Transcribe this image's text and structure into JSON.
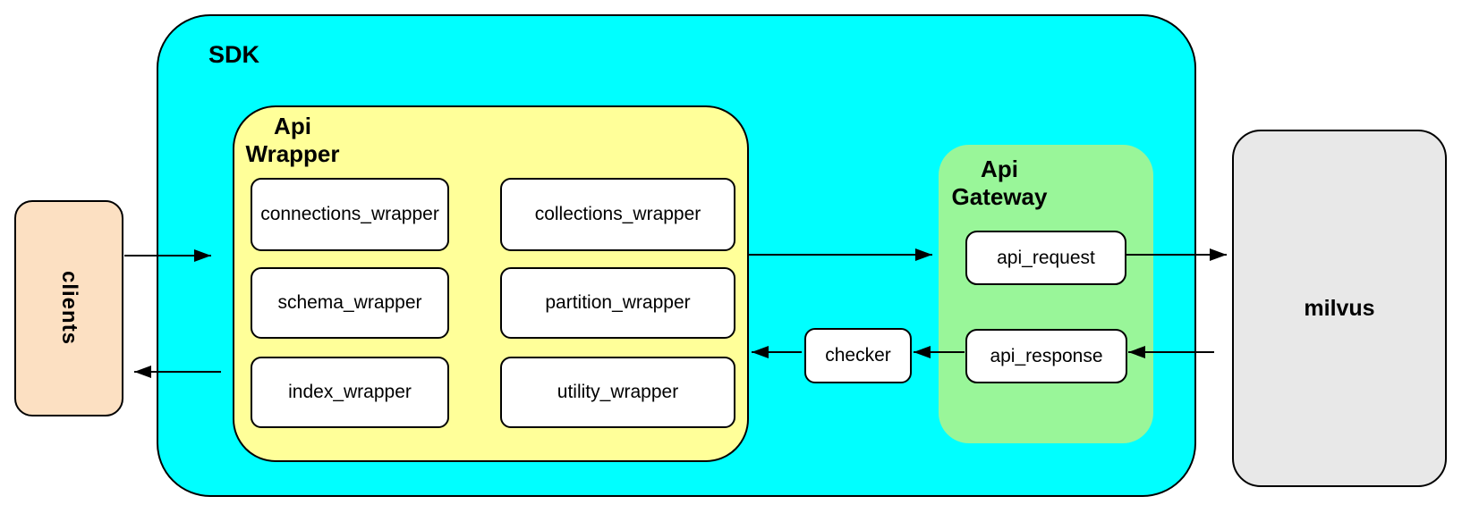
{
  "diagram": {
    "clients": {
      "label": "clients"
    },
    "sdk": {
      "label": "SDK"
    },
    "api_wrapper": {
      "label_line1": "Api",
      "label_line2": "Wrapper",
      "boxes": [
        "connections_wrapper",
        "collections_wrapper",
        "schema_wrapper",
        "partition_wrapper",
        "index_wrapper",
        "utility_wrapper"
      ]
    },
    "checker": {
      "label": "checker"
    },
    "api_gateway": {
      "label_line1": "Api",
      "label_line2": "Gateway",
      "boxes": [
        "api_request",
        "api_response"
      ]
    },
    "milvus": {
      "label": "milvus"
    },
    "colors": {
      "sdk_fill": "#00FFFF",
      "api_wrapper_fill": "#FFFF99",
      "api_gateway_fill": "#99F699",
      "clients_fill": "#FCE0C2",
      "milvus_fill": "#E8E8E8",
      "node_fill": "#FFFFFF",
      "line": "#000000"
    },
    "edges": [
      {
        "from": "clients",
        "to": "api_wrapper"
      },
      {
        "from": "sdk",
        "to": "clients"
      },
      {
        "from": "api_wrapper",
        "to": "api_gateway"
      },
      {
        "from": "api_request",
        "to": "milvus"
      },
      {
        "from": "milvus",
        "to": "api_response"
      },
      {
        "from": "api_response",
        "to": "checker"
      },
      {
        "from": "checker",
        "to": "api_wrapper"
      }
    ]
  }
}
